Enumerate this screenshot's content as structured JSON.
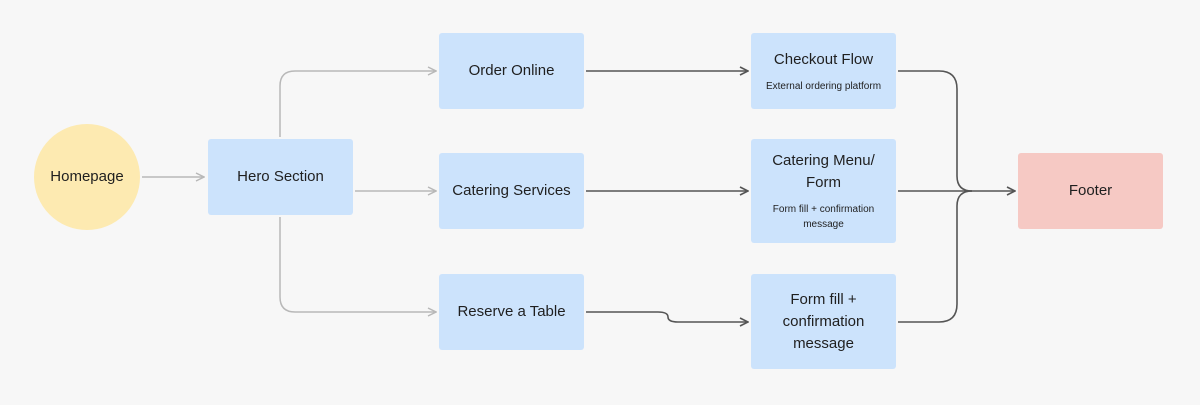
{
  "nodes": {
    "homepage": {
      "title": "Homepage"
    },
    "hero": {
      "title": "Hero Section"
    },
    "order_online": {
      "title": "Order Online"
    },
    "catering_services": {
      "title": "Catering Services"
    },
    "reserve_table": {
      "title": "Reserve a Table"
    },
    "checkout_flow": {
      "title": "Checkout Flow",
      "subtitle": "External ordering platform"
    },
    "catering_menu": {
      "title": "Catering Menu/ Form",
      "subtitle": "Form fill + confirmation message"
    },
    "form_fill": {
      "title": "Form fill + confirmation message"
    },
    "footer": {
      "title": "Footer"
    }
  },
  "colors": {
    "background": "#f7f7f7",
    "node_blue": "#cce3fc",
    "node_yellow": "#fdeab1",
    "node_red": "#f6c9c4",
    "edge_light": "#b8b8b8",
    "edge_dark": "#555555"
  }
}
